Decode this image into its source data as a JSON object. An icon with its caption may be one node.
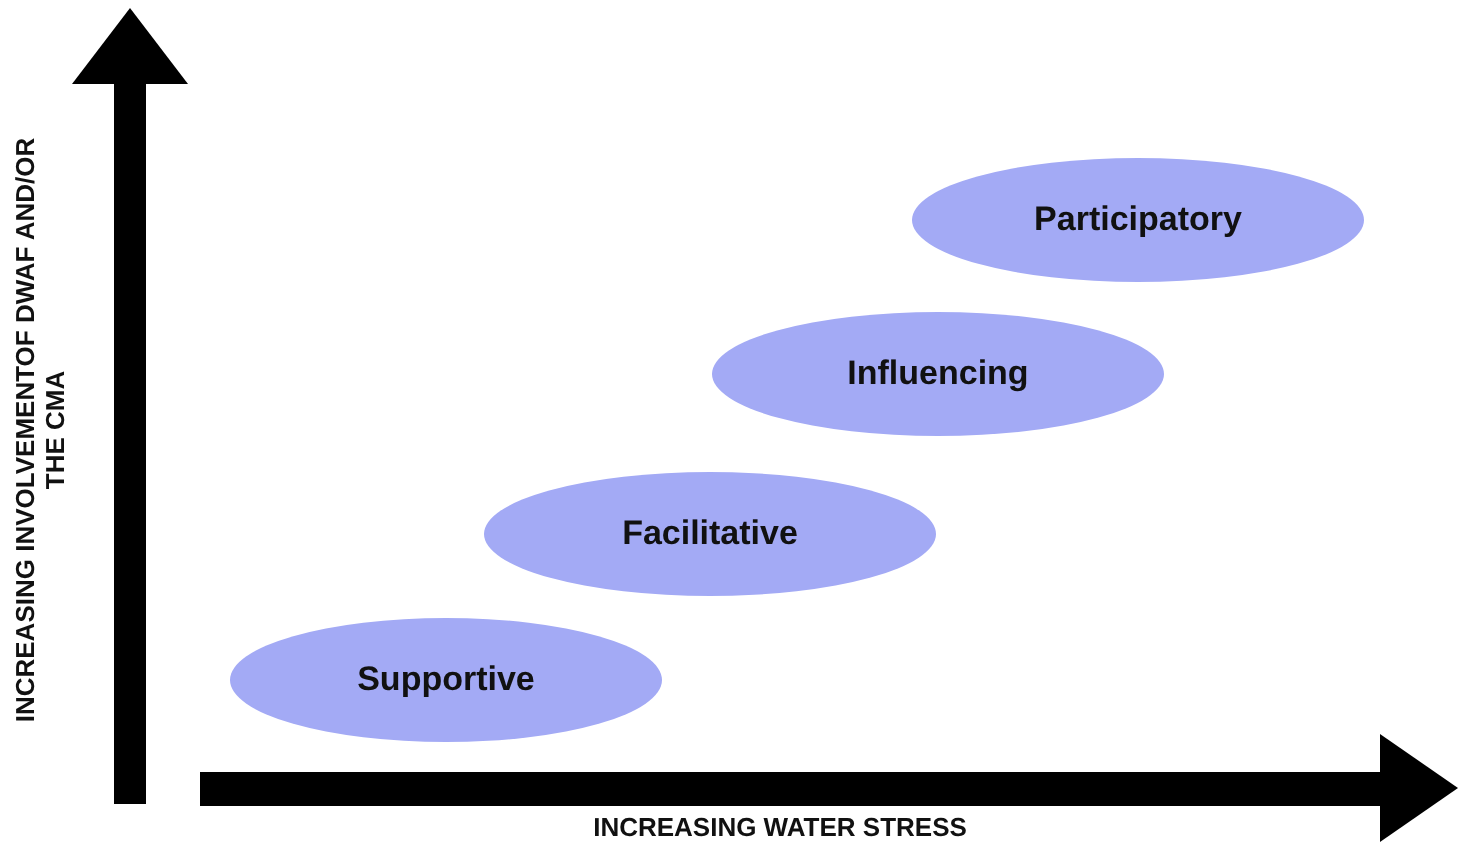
{
  "diagram": {
    "nodes": [
      {
        "text": [
          "Supportive"
        ]
      },
      {
        "text": [
          "Facilitative"
        ]
      },
      {
        "text": [
          "Influencing"
        ]
      },
      {
        "text": [
          "Participatory"
        ]
      }
    ],
    "labels": [
      "INCREASING INVOLVEMENTOF DWAF AND/OR THE CMA",
      "INCREASING WATER STRESS"
    ]
  }
}
